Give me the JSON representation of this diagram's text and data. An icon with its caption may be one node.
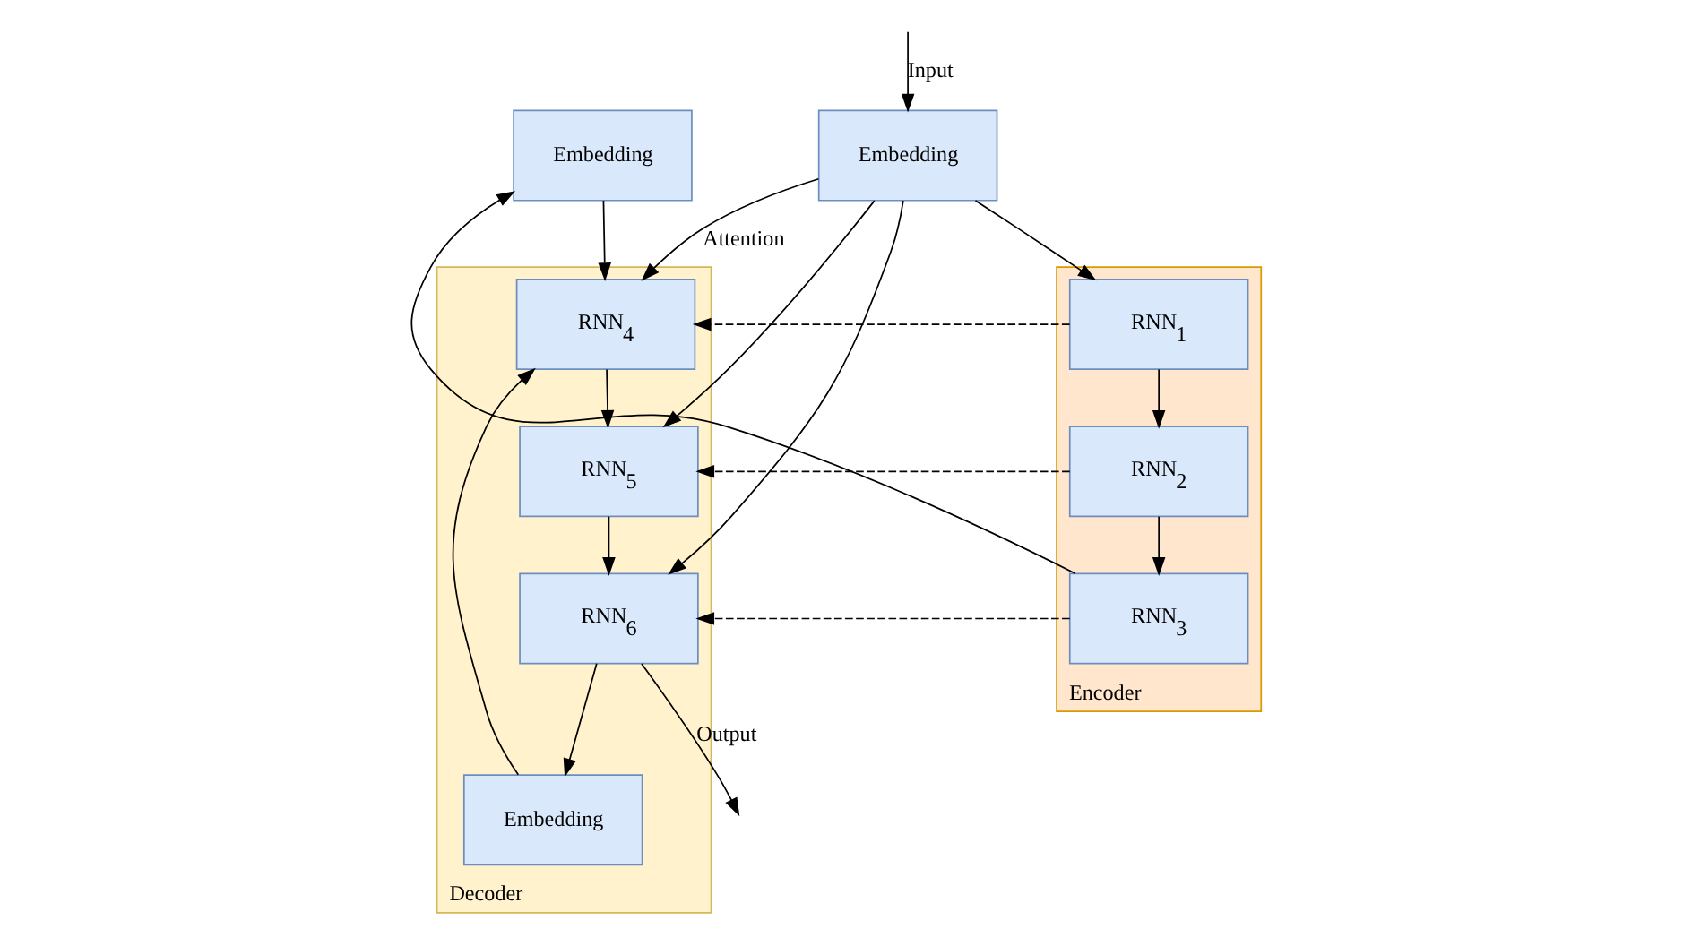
{
  "diagram": {
    "nodes": [
      {
        "text": [
          "Embedding"
        ]
      },
      {
        "text": [
          "Encoder"
        ]
      },
      {
        "text": [
          "RNN$_{1}$"
        ],
        "in": 1
      },
      {
        "text": [
          "RNN$_{2}$"
        ],
        "in": 1
      },
      {
        "text": [
          "RNN$_{3}$"
        ],
        "in": 1
      },
      {
        "text": [
          "Embedding"
        ]
      },
      {
        "text": [
          "Decoder"
        ]
      },
      {
        "text": [
          "RNN$_{4}$"
        ],
        "in": 6
      },
      {
        "text": [
          "RNN$_{5}$"
        ],
        "in": 6
      },
      {
        "text": [
          "RNN$_{6}$"
        ],
        "in": 6
      },
      {
        "text": [
          "Embedding"
        ],
        "in": 6
      }
    ],
    "edges": [
      {
        "from": null,
        "to": 0,
        "arrow": "to",
        "label": "Input"
      },
      {
        "from": 0,
        "to": 2,
        "arrow": "to"
      },
      {
        "from": 0,
        "to": 7,
        "arrow": "to",
        "label": "Attention"
      },
      {
        "from": 0,
        "to": 8,
        "arrow": "to"
      },
      {
        "from": 0,
        "to": 9,
        "arrow": "to"
      },
      {
        "from": 2,
        "to": 3,
        "arrow": "to"
      },
      {
        "from": 3,
        "to": 4,
        "arrow": "to"
      },
      {
        "from": 4,
        "to": 5,
        "arrow": "to"
      },
      {
        "from": 5,
        "to": 7,
        "arrow": "to"
      },
      {
        "from": 2,
        "to": 7,
        "arrow": "to",
        "style": "dashed"
      },
      {
        "from": 3,
        "to": 8,
        "arrow": "to",
        "style": "dashed"
      },
      {
        "from": 4,
        "to": 9,
        "arrow": "to",
        "style": "dashed"
      },
      {
        "from": 7,
        "to": 8,
        "arrow": "to"
      },
      {
        "from": 8,
        "to": 9,
        "arrow": "to"
      },
      {
        "from": 9,
        "to": 10,
        "arrow": "to"
      },
      {
        "from": 10,
        "to": 7,
        "arrow": "to"
      },
      {
        "from": 9,
        "to": null,
        "arrow": "to",
        "label": "Output"
      }
    ]
  }
}
